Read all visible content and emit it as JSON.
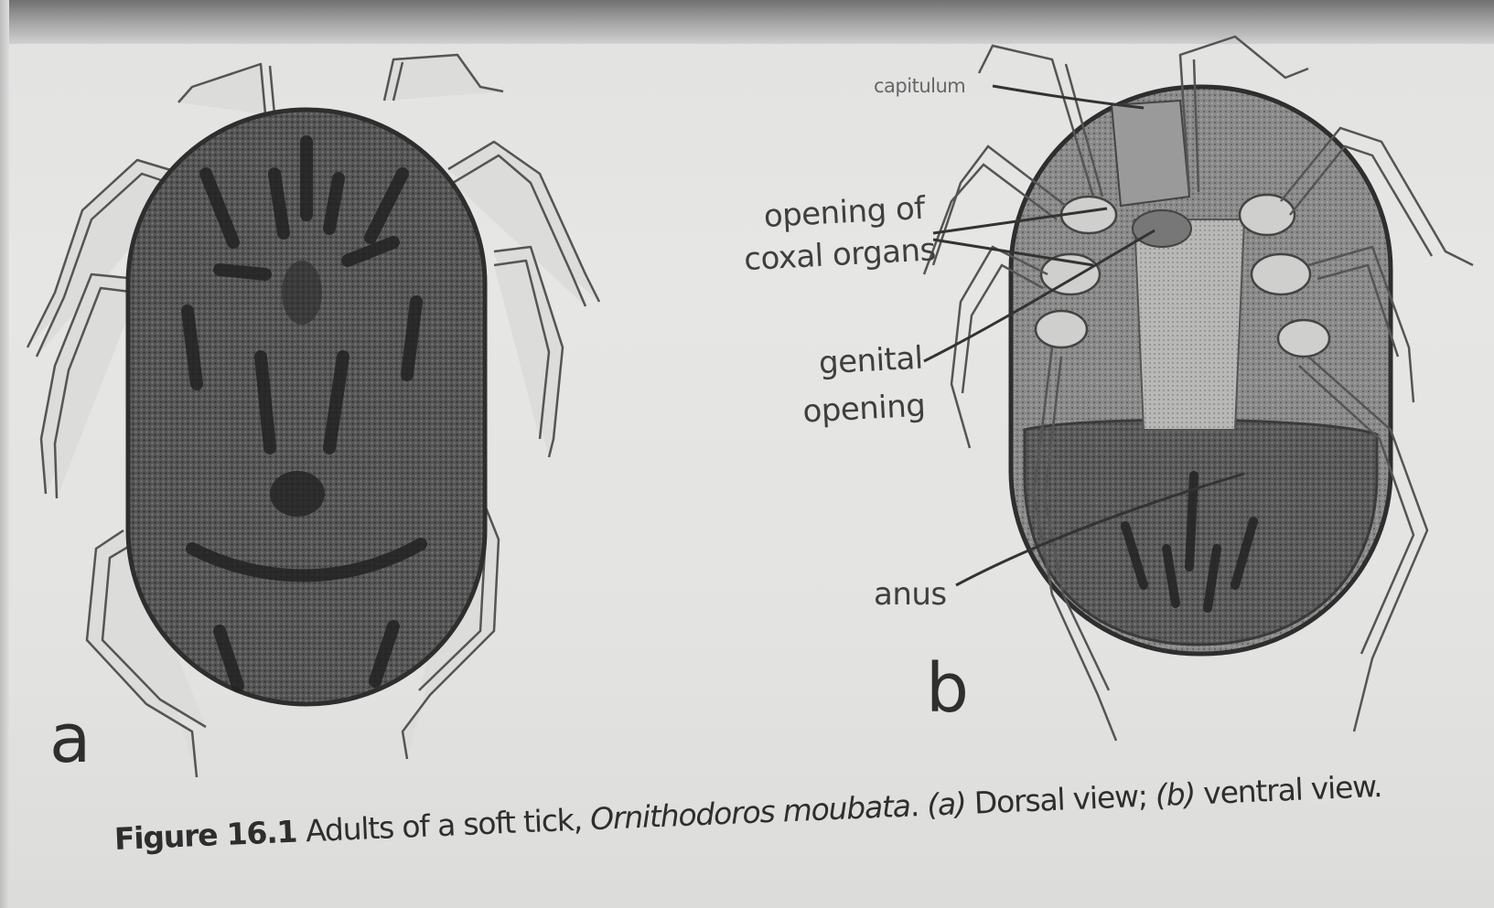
{
  "figure": {
    "panels": [
      {
        "letter": "a"
      },
      {
        "letter": "b"
      }
    ],
    "labels": {
      "capitulum": "capitulum",
      "coxal_line1": "opening of",
      "coxal_line2": "coxal organs",
      "genital_line1": "genital",
      "genital_line2": "opening",
      "anus": "anus"
    },
    "caption": {
      "number": "Figure 16.1",
      "text_before": "Adults of a soft tick, ",
      "species": "Ornithodoros moubata",
      "text_after": ". ",
      "a_letter": "(a)",
      "a_text": " Dorsal view; ",
      "b_letter": "(b)",
      "b_text": " ventral view."
    }
  },
  "colors": {
    "paper": "#e3e3e1",
    "ink": "#2e2e2e",
    "body_dark": "#4a4a4a"
  }
}
